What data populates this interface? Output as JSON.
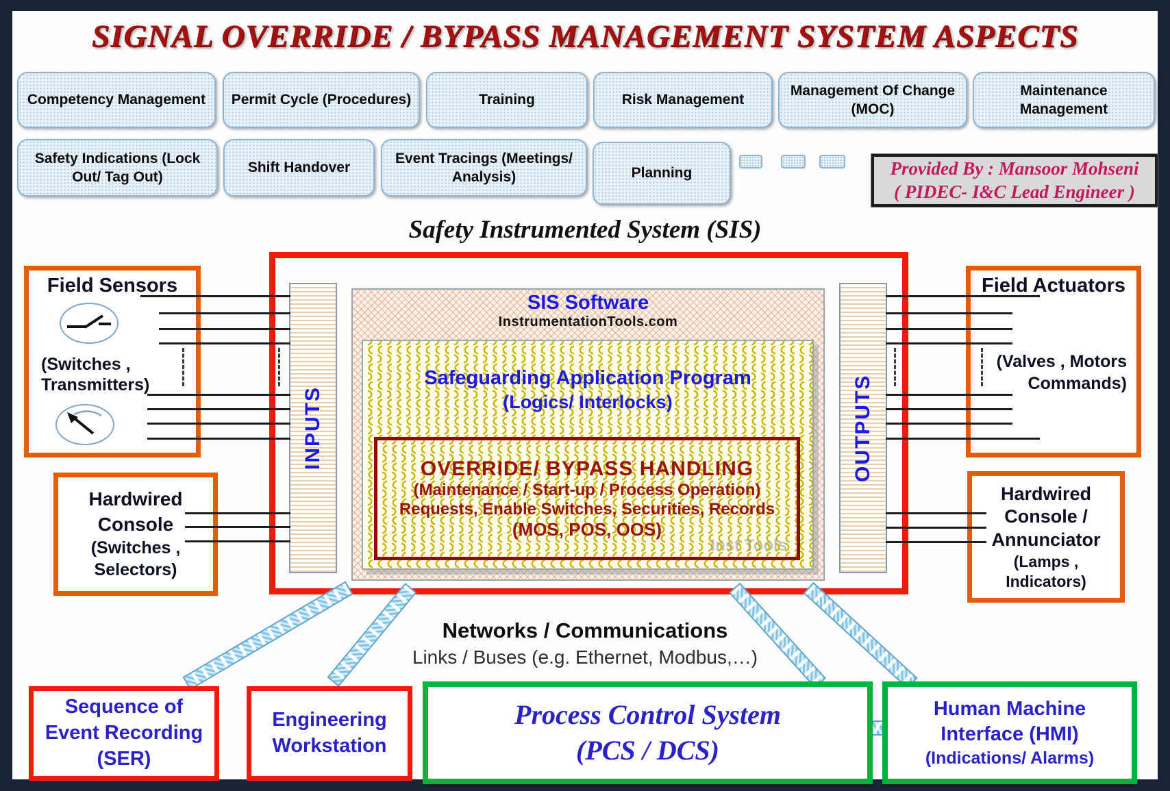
{
  "title": "SIGNAL OVERRIDE / BYPASS MANAGEMENT SYSTEM ASPECTS",
  "rows": {
    "r1": [
      "Competency Management",
      "Permit Cycle (Procedures)",
      "Training",
      "Risk Management",
      "Management Of Change (MOC)",
      "Maintenance Management"
    ],
    "r2": [
      "Safety Indications (Lock Out/ Tag Out)",
      "Shift Handover",
      "Event Tracings (Meetings/ Analysis)",
      "Planning"
    ]
  },
  "provided_by": {
    "line1": "Provided By : Mansoor Mohseni",
    "line2": "( PIDEC- I&C Lead Engineer )"
  },
  "sis": {
    "title": "Safety Instrumented System (SIS)",
    "inputs_label": "INPUTS",
    "outputs_label": "OUTPUTS",
    "software_title": "SIS Software",
    "software_site": "InstrumentationTools.com",
    "safeguarding_line1": "Safeguarding  Application  Program",
    "safeguarding_line2": "(Logics/ Interlocks)",
    "override_title": "OVERRIDE/  BYPASS  HANDLING",
    "override_line2": "(Maintenance / Start-up / Process Operation)",
    "override_line3": "Requests, Enable Switches, Securities, Records",
    "override_line4": "(MOS, POS, OOS)",
    "watermark": "Inst Tools"
  },
  "field_sensors": {
    "title": "Field  Sensors",
    "sub_line1": "(Switches ,",
    "sub_line2": "Transmitters)"
  },
  "field_actuators": {
    "title": "Field Actuators",
    "sub_line1": "(Valves , Motors",
    "sub_line2": "Commands)"
  },
  "hardwired_console_left": {
    "line1": "Hardwired",
    "line2": "Console",
    "line3": "(Switches ,",
    "line4": "Selectors)"
  },
  "hardwired_console_right": {
    "line1": "Hardwired",
    "line2": "Console /",
    "line3": "Annunciator",
    "line4": "(Lamps ,",
    "line5": "Indicators)"
  },
  "networks": {
    "title": "Networks / Communications",
    "subtitle": "Links / Buses (e.g. Ethernet, Modbus,…)"
  },
  "bottom": {
    "ser": "Sequence of Event Recording (SER)",
    "engineering": "Engineering Workstation",
    "pcs_line1": "Process  Control  System",
    "pcs_line2": "(PCS / DCS)",
    "hmi_line1": "Human Machine",
    "hmi_line2": "Interface (HMI)",
    "hmi_line3": "(Indications/ Alarms)"
  },
  "colors": {
    "page_border": "#192338",
    "title_red": "#a31111",
    "aspect_box_border": "#8fb4d2",
    "orange_border": "#e25d04",
    "sis_red": "#f21b07",
    "green": "#00b33c",
    "blue_label": "#1d1adf",
    "bottom_blue": "#2b21c8",
    "override_dark_red": "#8f0b0b",
    "provided_pink": "#c4175e"
  }
}
